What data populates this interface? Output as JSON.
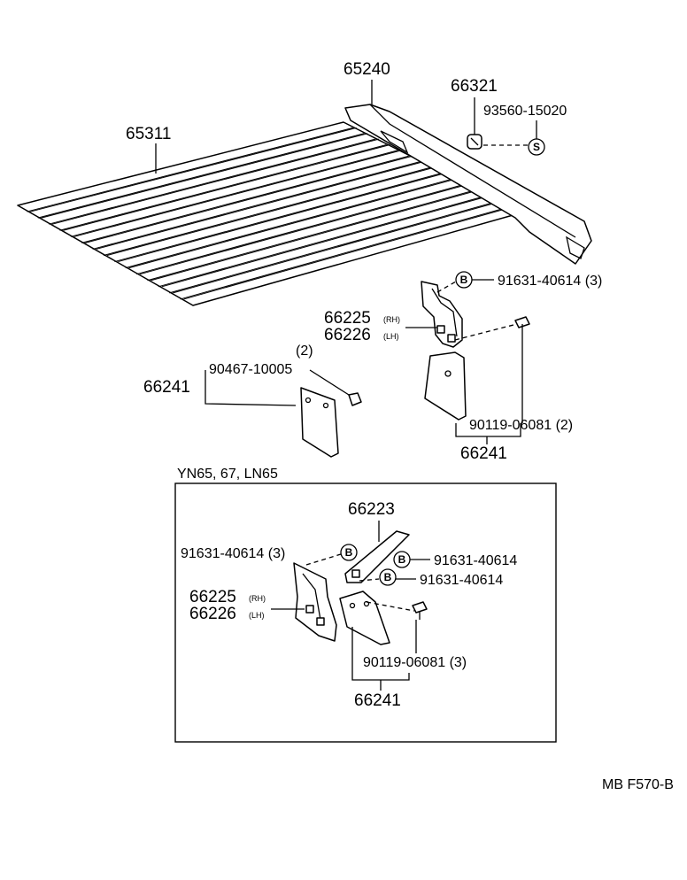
{
  "labels": {
    "p65240": "65240",
    "p66321": "66321",
    "p93560": "93560-15020",
    "p65311": "65311",
    "p91631_a": "91631-40614 (3)",
    "p66225_a": "66225",
    "p66225_a_side": "(RH)",
    "p66226_a": "66226",
    "p66226_a_side": "(LH)",
    "qty_2": "(2)",
    "p90467": "90467-10005",
    "p66241_left": "66241",
    "p90119_a": "90119-06081 (2)",
    "p66241_right": "66241",
    "inset_title": "YN65, 67, LN65",
    "p66223": "66223",
    "p91631_b": "91631-40614 (3)",
    "p91631_c": "91631-40614",
    "p91631_d": "91631-40614",
    "p66225_b": "66225",
    "p66225_b_side": "(RH)",
    "p66226_b": "66226",
    "p66226_b_side": "(LH)",
    "p90119_b": "90119-06081 (3)",
    "p66241_inset": "66241",
    "diagram_code": "MB F570-B"
  },
  "symbols": {
    "s": "S",
    "b": "B"
  }
}
